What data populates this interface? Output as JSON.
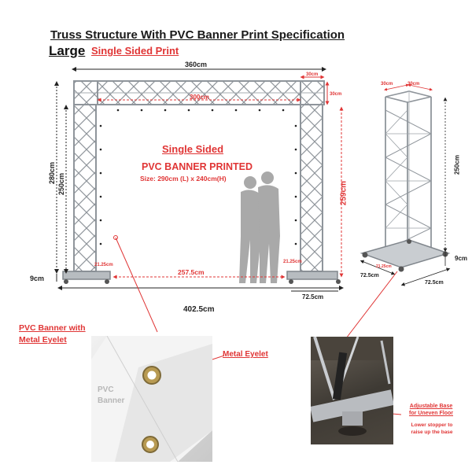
{
  "title": "Truss Structure With PVC Banner Print Specification",
  "size_label": "Large",
  "print_type": "Single Sided Print",
  "front_view": {
    "width_top": "360cm",
    "inner_width": "300cm",
    "module_width": "30cm",
    "module_height": "30cm",
    "total_height": "280cm",
    "column_height": "250cm",
    "banner_height": "259cm",
    "base_height": "9cm",
    "gap_left": "21.25cm",
    "gap_right": "21.25cm",
    "bottom_inner": "257.5cm",
    "base_width": "72.5cm",
    "total_width": "402.5cm"
  },
  "banner": {
    "line1": "Single Sided",
    "line2": "PVC BANNER PRINTED",
    "line3": "Size: 290cm (L) x 240cm(H)"
  },
  "side_view": {
    "top_w1": "30cm",
    "top_w2": "30cm",
    "height": "250cm",
    "base_height": "9cm",
    "base_w1": "72.5cm",
    "base_w2": "72.5cm",
    "inner": "21.25cm"
  },
  "callouts": {
    "pvc_line1": "PVC Banner with",
    "pvc_line2": "Metal Eyelet",
    "metal_eyelet": "Metal Eyelet",
    "photo_pvc1": "PVC",
    "photo_pvc2": "Banner",
    "adjustable1": "Adjustable Base",
    "adjustable2": "for Uneven Floor",
    "lower1": "Lower stopper to",
    "lower2": "raise up the base"
  },
  "colors": {
    "accent": "#e03535",
    "truss": "#9aa0a6",
    "text": "#1a1a1a"
  }
}
